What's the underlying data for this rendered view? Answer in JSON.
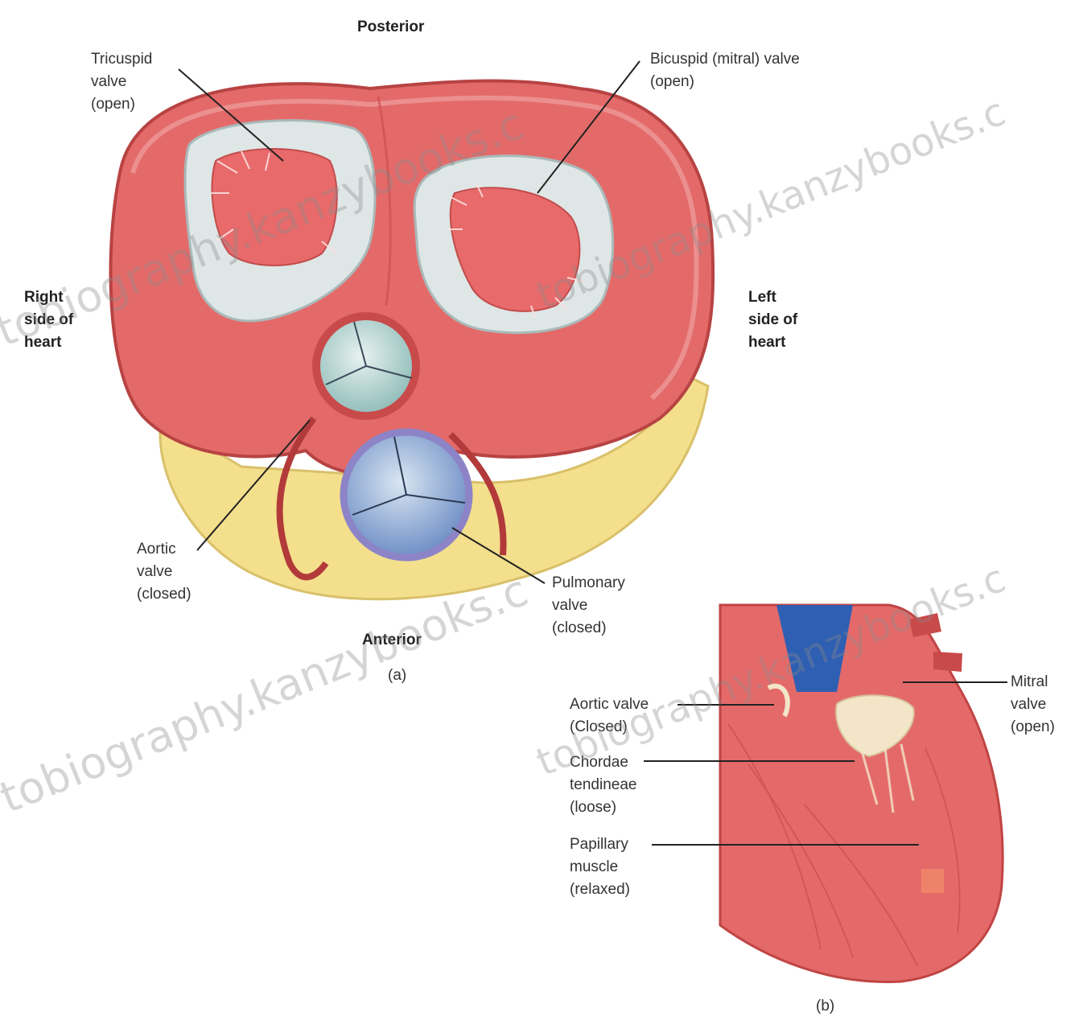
{
  "orientation": {
    "posterior": "Posterior",
    "anterior": "Anterior",
    "right_side": [
      "Right",
      "side of",
      "heart"
    ],
    "left_side": [
      "Left",
      "side of",
      "heart"
    ]
  },
  "panel_a": {
    "caption": "(a)",
    "labels": {
      "tricuspid": [
        "Tricuspid",
        "valve",
        "(open)"
      ],
      "bicuspid": [
        "Bicuspid (mitral) valve",
        "(open)"
      ],
      "aortic": [
        "Aortic",
        "valve",
        "(closed)"
      ],
      "pulmonary": [
        "Pulmonary",
        "valve",
        "(closed)"
      ]
    }
  },
  "panel_b": {
    "caption": "(b)",
    "labels": {
      "aortic": [
        "Aortic valve",
        "(Closed)"
      ],
      "chordae": [
        "Chordae",
        "tendineae",
        "(loose)"
      ],
      "papillary": [
        "Papillary",
        "muscle",
        "(relaxed)"
      ],
      "mitral": [
        "Mitral",
        "valve",
        "(open)"
      ]
    }
  },
  "watermark": "tobiography.kanzybooks.c",
  "colors": {
    "muscle": "#e46a6a",
    "muscle_dark": "#c94a4a",
    "fat": "#f3df8c",
    "valve_ring": "#dfe6e6",
    "aortic_valve": "#9cc8c4",
    "pulmonary_valve": "#7fa6c9",
    "aorta_blue": "#2f5fb3"
  }
}
